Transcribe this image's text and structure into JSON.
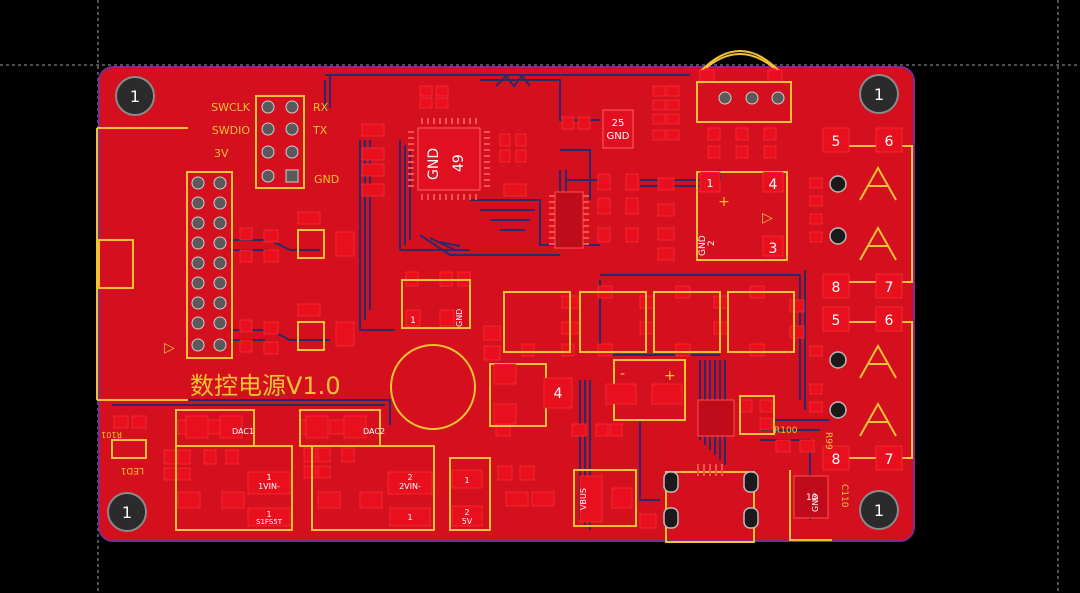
{
  "colors": {
    "background": "#000000",
    "board_copper": "#d4101e",
    "board_outline": "#7b2c8c",
    "silkscreen": "#f2c232",
    "pad": "#e8101e",
    "trace_dark": "#2a2a6a",
    "mount_hole": "#2b2b2b"
  },
  "board": {
    "title": "数控电源V1.0",
    "mount_hole_label": "1"
  },
  "header_swd": {
    "left_labels": [
      "SWCLK",
      "SWDIO",
      "3V"
    ],
    "right_labels": [
      "RX",
      "TX"
    ],
    "gnd_label": "GND"
  },
  "mcu": {
    "gnd_label": "GND",
    "pin_label": "49"
  },
  "small_ic": {
    "pin_label": "25",
    "gnd_label": "GND"
  },
  "regulator": {
    "pins": [
      "1",
      "4",
      "3"
    ],
    "gnd_label": "GND",
    "gnd_pin": "2",
    "plus": "+"
  },
  "right_connectors": {
    "top": [
      "5",
      "6",
      "8",
      "7"
    ],
    "bottom": [
      "5",
      "6",
      "8",
      "7"
    ]
  },
  "misc_pads": {
    "gnd": "GND",
    "one": "1",
    "four": "4",
    "minus": "-",
    "plus": "+",
    "triangle": "▷"
  },
  "designators": {
    "r101": "R101",
    "led1": "LED1",
    "dac1": "DAC1",
    "dac2": "DAC2",
    "r100": "R100",
    "r99": "R99",
    "c110": "C110",
    "u_gnd": "GND",
    "u_pin": "13"
  },
  "power_rails": {
    "vin1": "1VIN-",
    "vin2": "2VIN-",
    "v5": "5V",
    "vbus": "VBUS",
    "pad1": "1",
    "pad2": "2",
    "s1": "S1FS5T"
  }
}
